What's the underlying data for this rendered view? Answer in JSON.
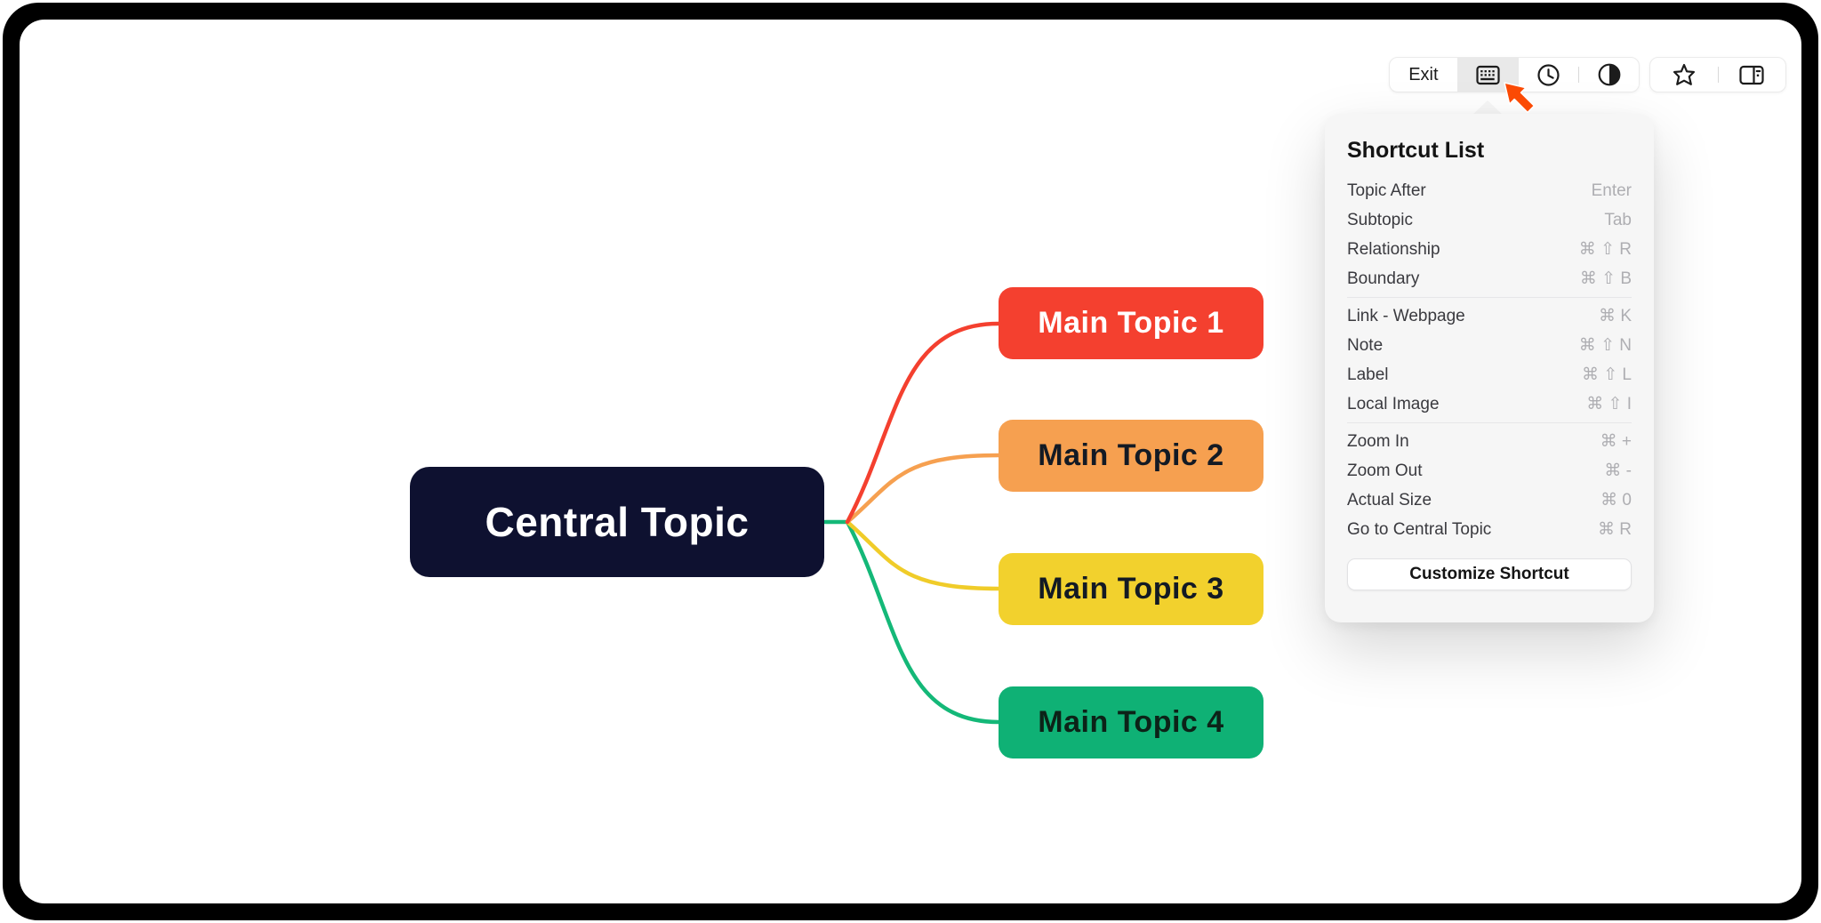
{
  "toolbar": {
    "exit_label": "Exit",
    "icons": {
      "keyboard": "keyboard-icon",
      "history": "clock-icon",
      "contrast": "contrast-icon",
      "favorite": "star-icon",
      "layout": "panel-layout-icon"
    },
    "active_button": "keyboard"
  },
  "shortcut_panel": {
    "title": "Shortcut List",
    "bg_color": "#f6f6f6",
    "sections": [
      {
        "rows": [
          {
            "label": "Topic After",
            "shortcut": "Enter"
          },
          {
            "label": "Subtopic",
            "shortcut": "Tab"
          },
          {
            "label": "Relationship",
            "shortcut": "⌘ ⇧ R"
          },
          {
            "label": "Boundary",
            "shortcut": "⌘ ⇧ B"
          }
        ]
      },
      {
        "rows": [
          {
            "label": "Link - Webpage",
            "shortcut": "⌘ K"
          },
          {
            "label": "Note",
            "shortcut": "⌘ ⇧ N"
          },
          {
            "label": "Label",
            "shortcut": "⌘ ⇧ L"
          },
          {
            "label": "Local Image",
            "shortcut": "⌘ ⇧ I"
          }
        ]
      },
      {
        "rows": [
          {
            "label": "Zoom In",
            "shortcut": "⌘ +"
          },
          {
            "label": "Zoom Out",
            "shortcut": "⌘ -"
          },
          {
            "label": "Actual Size",
            "shortcut": "⌘ 0"
          },
          {
            "label": "Go to Central Topic",
            "shortcut": "⌘ R"
          }
        ]
      }
    ],
    "customize_button": "Customize Shortcut"
  },
  "mindmap": {
    "central": {
      "label": "Central Topic",
      "bg": "#0e1130",
      "text_color": "#ffffff"
    },
    "topics": [
      {
        "label": "Main Topic 1",
        "bg": "#f4402f",
        "text_color": "#ffffff",
        "edge_color": "#f4402f"
      },
      {
        "label": "Main Topic 2",
        "bg": "#f6a050",
        "text_color": "#131a24",
        "edge_color": "#f6a050"
      },
      {
        "label": "Main Topic 3",
        "bg": "#f2d12d",
        "text_color": "#131a24",
        "edge_color": "#f0cc29"
      },
      {
        "label": "Main Topic 4",
        "bg": "#0fb175",
        "text_color": "#0c2318",
        "edge_color": "#14b878"
      }
    ]
  },
  "cursor": {
    "color": "#fb4a04"
  }
}
